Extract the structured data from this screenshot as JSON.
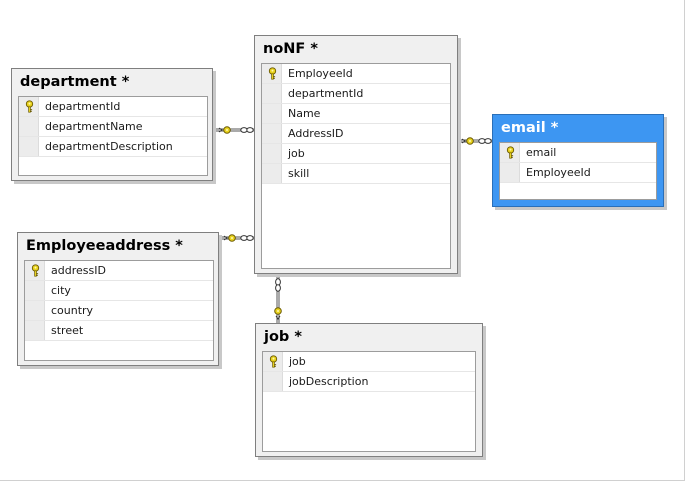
{
  "diagram": {
    "tables": [
      {
        "id": "department",
        "title": "department *",
        "selected": false,
        "columns": [
          {
            "name": "departmentId",
            "primary_key": true
          },
          {
            "name": "departmentName",
            "primary_key": false
          },
          {
            "name": "departmentDescription",
            "primary_key": false
          }
        ]
      },
      {
        "id": "noNF",
        "title": "noNF *",
        "selected": false,
        "columns": [
          {
            "name": "EmployeeId",
            "primary_key": true
          },
          {
            "name": "departmentId",
            "primary_key": false
          },
          {
            "name": "Name",
            "primary_key": false
          },
          {
            "name": "AddressID",
            "primary_key": false
          },
          {
            "name": "job",
            "primary_key": false
          },
          {
            "name": "skill",
            "primary_key": false
          }
        ]
      },
      {
        "id": "email",
        "title": "email *",
        "selected": true,
        "columns": [
          {
            "name": "email",
            "primary_key": true
          },
          {
            "name": "EmployeeId",
            "primary_key": false
          }
        ]
      },
      {
        "id": "employeeaddress",
        "title": "Employeeaddress *",
        "selected": false,
        "columns": [
          {
            "name": "addressID",
            "primary_key": true
          },
          {
            "name": "city",
            "primary_key": false
          },
          {
            "name": "country",
            "primary_key": false
          },
          {
            "name": "street",
            "primary_key": false
          }
        ]
      },
      {
        "id": "job",
        "title": "job *",
        "selected": false,
        "columns": [
          {
            "name": "job",
            "primary_key": true
          },
          {
            "name": "jobDescription",
            "primary_key": false
          }
        ]
      }
    ],
    "relationships": [
      {
        "from": "noNF",
        "to": "department"
      },
      {
        "from": "noNF",
        "to": "email"
      },
      {
        "from": "noNF",
        "to": "employeeaddress"
      },
      {
        "from": "noNF",
        "to": "job"
      }
    ],
    "colors": {
      "selected_header": "#3d96f2",
      "connector_line": "#555555",
      "key_icon": "#e8d21e"
    },
    "icons": {
      "primary_key": "key-icon",
      "one_end": "key-icon",
      "many_end": "infinity-icon"
    }
  }
}
